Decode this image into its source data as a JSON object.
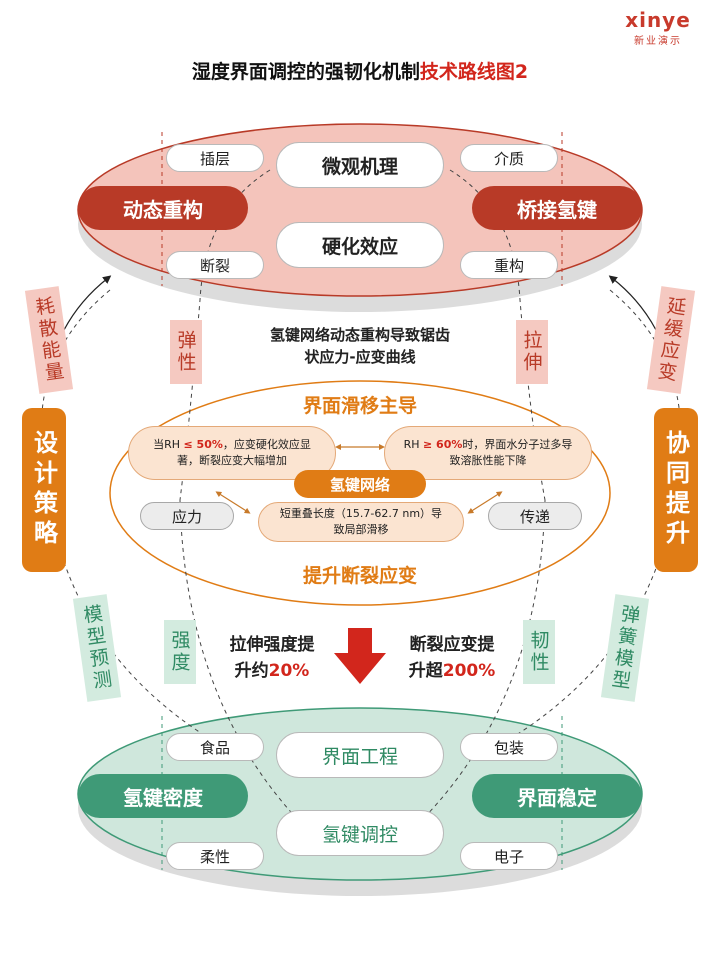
{
  "logo": {
    "brand": "xinye",
    "subtitle": "新业演示"
  },
  "title": {
    "main": "湿度界面调控的强韧化机制",
    "highlight": "技术路线图2"
  },
  "top_ellipse": {
    "center_top": "微观机理",
    "center_bottom": "硬化效应",
    "left_top": "插层",
    "left_bottom": "断裂",
    "right_top": "介质",
    "right_bottom": "重构",
    "left_main": "动态重构",
    "right_main": "桥接氢键"
  },
  "side_labels": {
    "top_left": "耗散能量",
    "top_right": "延缓应变",
    "left_mid": "弹性",
    "right_mid": "拉伸",
    "left_strategy": "设计策略",
    "right_strategy": "协同提升",
    "bottom_left": "模型预测",
    "bottom_right": "弹簧模型",
    "left_low": "强度",
    "right_low": "韧性"
  },
  "middle": {
    "caption_line1": "氢键网络动态重构导致锯齿",
    "caption_line2": "状应力-应变曲线",
    "title_top": "界面滑移主导",
    "title_bottom": "提升断裂应变",
    "left_box": {
      "prefix": "当RH ",
      "value": "≤ 50%",
      "suffix": "，应变硬化效应显著，断裂应变大幅增加"
    },
    "right_box": {
      "prefix": "RH ",
      "value": "≥ 60%",
      "suffix": "时，界面水分子过多导致溶胀性能下降"
    },
    "center_pill": "氢键网络",
    "bottom_box": "短重叠长度（15.7-62.7 nm）导致局部滑移",
    "left_grey": "应力",
    "right_grey": "传递"
  },
  "results": {
    "left_line1": "拉伸强度提",
    "left_line2_prefix": "升约",
    "left_value": "20%",
    "right_line1": "断裂应变提",
    "right_line2_prefix": "升超",
    "right_value": "200%"
  },
  "bottom_ellipse": {
    "center_top": "界面工程",
    "center_bottom": "氢键调控",
    "left_top": "食品",
    "left_bottom": "柔性",
    "right_top": "包装",
    "right_bottom": "电子",
    "left_main": "氢键密度",
    "right_main": "界面稳定"
  },
  "colors": {
    "red": "#b83a27",
    "pink_fill": "#f4c4bb",
    "green": "#3f9a77",
    "green_fill": "#cfe7dc",
    "orange": "#e07c15",
    "highlight_red": "#d2261c"
  }
}
